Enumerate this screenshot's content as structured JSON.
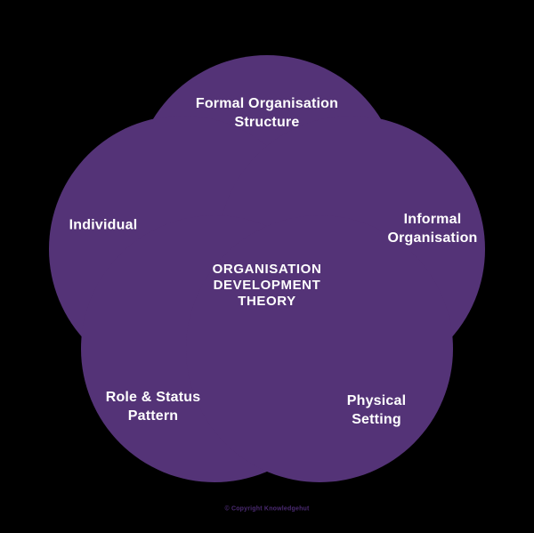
{
  "diagram": {
    "type": "flower-venn",
    "title": "ORGANISATION\nDEVELOPMENT\nTHEORY",
    "petals": [
      {
        "position": "top",
        "label": "Formal Organisation\nStructure"
      },
      {
        "position": "left",
        "label": "Individual"
      },
      {
        "position": "right",
        "label": "Informal\nOrganisation"
      },
      {
        "position": "bottom-left",
        "label": "Role & Status\nPattern"
      },
      {
        "position": "bottom-right",
        "label": "Physical\nSetting"
      }
    ],
    "colors": {
      "background": "#000000",
      "petal": "#543377",
      "label_text": "#ffffff",
      "copyright_text": "#4b2a72"
    }
  },
  "footer": {
    "copyright": "© Copyright Knowledgehut"
  }
}
